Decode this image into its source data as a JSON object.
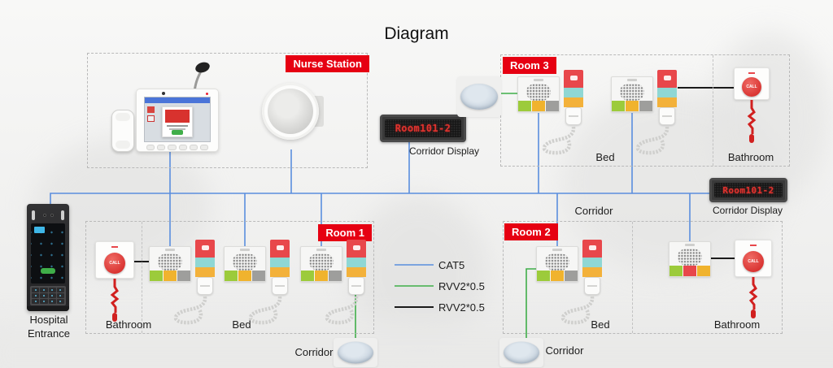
{
  "title": "Diagram",
  "colors": {
    "cat5-blue": "#5a8ede",
    "rvv-green": "#3fae49",
    "rvv-black": "#1a1a1a",
    "zone-red": "#e60012",
    "led-red": "#e0332e"
  },
  "nurse_station": {
    "label": "Nurse Station"
  },
  "rooms": {
    "room1": {
      "label": "Room 1",
      "bathroom": "Bathroom",
      "bed": "Bed",
      "corridor": "Corridor"
    },
    "room2": {
      "label": "Room 2",
      "bed": "Bed",
      "bathroom": "Bathroom",
      "corridor": "Corridor"
    },
    "room3": {
      "label": "Room 3",
      "bed": "Bed",
      "bathroom": "Bathroom"
    }
  },
  "corridor": {
    "upper_label": "Corridor"
  },
  "displays": [
    {
      "text": "Room101-2",
      "label": "Corridor Display"
    },
    {
      "text": "Room101-2",
      "label": "Corridor Display"
    }
  ],
  "entrance": {
    "label": "Hospital Entrance"
  },
  "call_button": {
    "text": "CALL"
  },
  "legend": {
    "items": [
      {
        "label": "CAT5"
      },
      {
        "label": "RVV2*0.5"
      },
      {
        "label": "RVV2*0.5"
      }
    ]
  }
}
